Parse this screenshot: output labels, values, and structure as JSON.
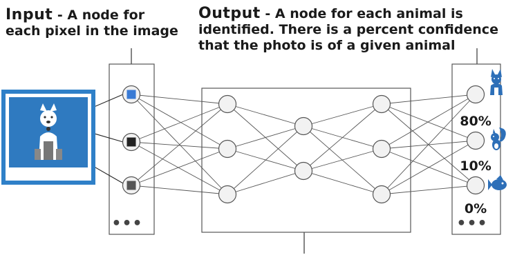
{
  "input_caption": {
    "keyword": "Input",
    "line1_rest": " - A node for",
    "line2": "each pixel in the image"
  },
  "output_caption": {
    "keyword": "Output",
    "line1_rest": " - A node for each animal is",
    "line2": "identified. There is a percent confidence",
    "line3": "that the photo is of a given animal"
  },
  "outputs": [
    {
      "animal": "dog-icon",
      "confidence": "80%"
    },
    {
      "animal": "squirrel-icon",
      "confidence": "10%"
    },
    {
      "animal": "fish-icon",
      "confidence": "0%"
    }
  ],
  "input_pixels": [
    {
      "color": "#3a7bd5"
    },
    {
      "color": "#222222"
    },
    {
      "color": "#555555"
    }
  ],
  "ellipsis": "•••",
  "colors": {
    "photo_frame": "#2f80c8",
    "photo_bg": "#2f7ac0",
    "icon_blue": "#2d6fb8"
  }
}
